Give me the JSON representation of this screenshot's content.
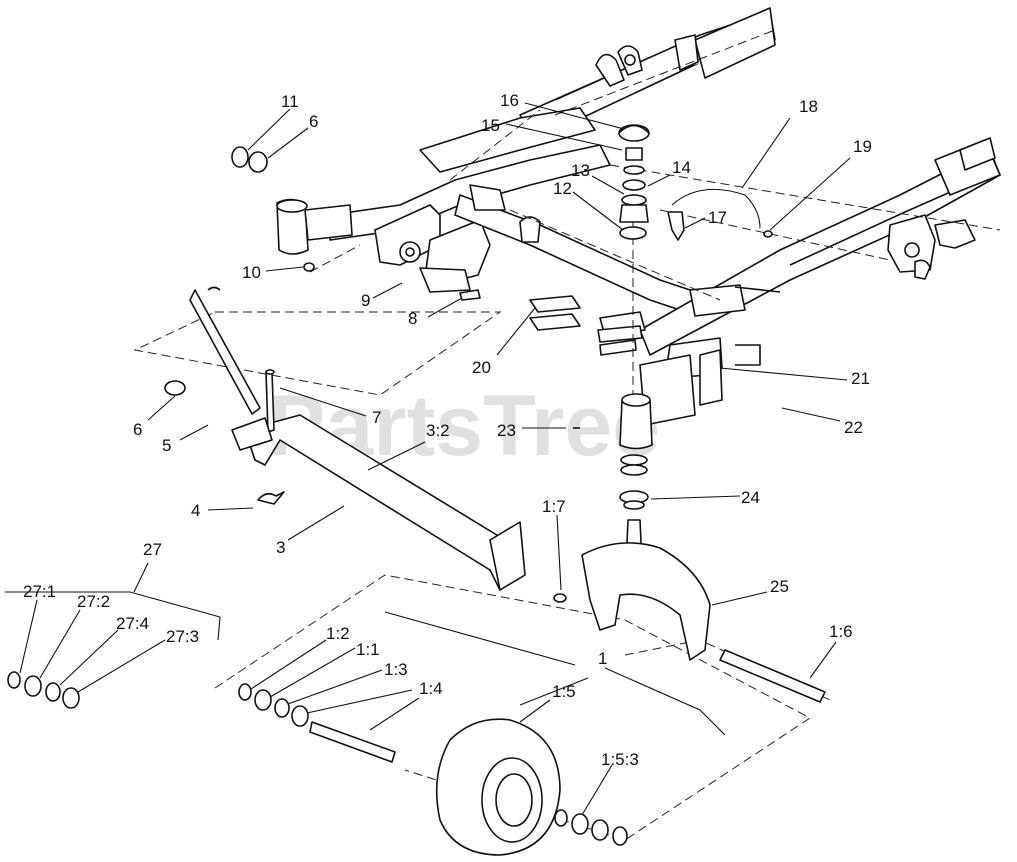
{
  "watermark": "PartsTree",
  "labels": {
    "l1": "1",
    "l1_1": "1:1",
    "l1_2": "1:2",
    "l1_3": "1:3",
    "l1_4": "1:4",
    "l1_5": "1:5",
    "l1_5_3": "1:5:3",
    "l1_6": "1:6",
    "l1_7": "1:7",
    "l3": "3",
    "l3_2": "3:2",
    "l4": "4",
    "l5": "5",
    "l6a": "6",
    "l6b": "6",
    "l7": "7",
    "l8": "8",
    "l9": "9",
    "l10": "10",
    "l11": "11",
    "l12": "12",
    "l13": "13",
    "l14": "14",
    "l15": "15",
    "l16": "16",
    "l17": "17",
    "l18": "18",
    "l19": "19",
    "l20": "20",
    "l21": "21",
    "l22": "22",
    "l23": "23",
    "l24": "24",
    "l25": "25",
    "l27": "27",
    "l27_1": "27:1",
    "l27_2": "27:2",
    "l27_3": "27:3",
    "l27_4": "27:4"
  }
}
